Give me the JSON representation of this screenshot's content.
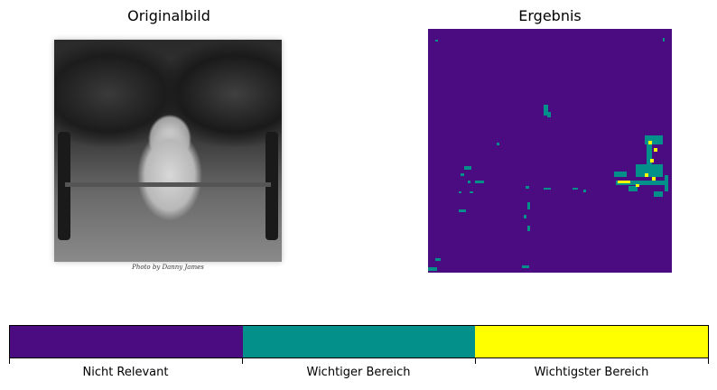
{
  "panels": {
    "left_title": "Originalbild",
    "right_title": "Ergebnis",
    "photo_caption": "Photo by Danny James"
  },
  "colors": {
    "background": "#4b0c82",
    "mid": "#04908a",
    "high": "#ffff00"
  },
  "colorbar": {
    "segments": [
      {
        "label": "Nicht Relevant",
        "color": "#4b0c82"
      },
      {
        "label": "Wichtiger Bereich",
        "color": "#04908a"
      },
      {
        "label": "Wichtigster Bereich",
        "color": "#ffff00"
      }
    ]
  }
}
